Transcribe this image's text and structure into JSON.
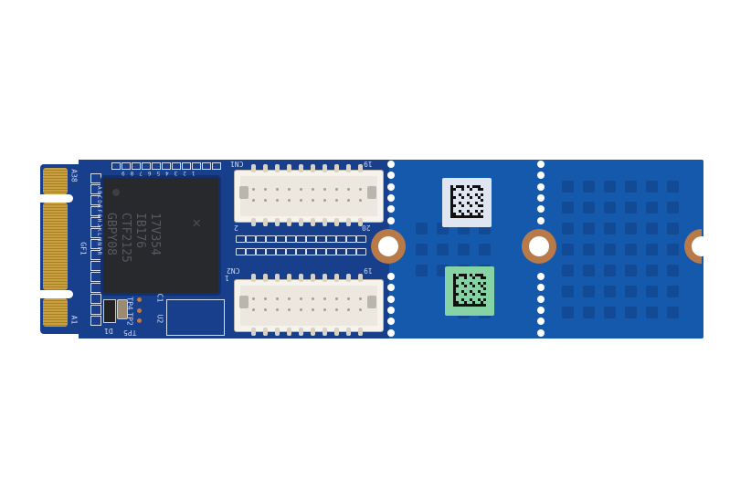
{
  "product": {
    "chip_marking": [
      "17V354",
      "IB176",
      "CTF2125",
      "GBPY08"
    ],
    "silkscreen": {
      "edge_top": "A38",
      "edge_bottom": "A1",
      "gf": "GF1",
      "cn1": "CN1",
      "cn2": "CN2",
      "tp4": "TP4",
      "tp2": "TP2",
      "tp5": "TP5",
      "d1": "D1",
      "u2": "U2",
      "c1": "C1",
      "pin_1": "1",
      "pin_2": "2",
      "pin_19": "19",
      "pin_20": "20",
      "row_letters": "ABCDEFGHJKLMNPR",
      "col_numbers": "123456789"
    }
  },
  "colors": {
    "board": "#1559ad",
    "board_dark": "#173f8b",
    "gold": "#c9a040",
    "copper": "#b87a48",
    "connector": "#ece8df",
    "label_white": "#dfe6f2",
    "label_green": "#86d3a6"
  }
}
